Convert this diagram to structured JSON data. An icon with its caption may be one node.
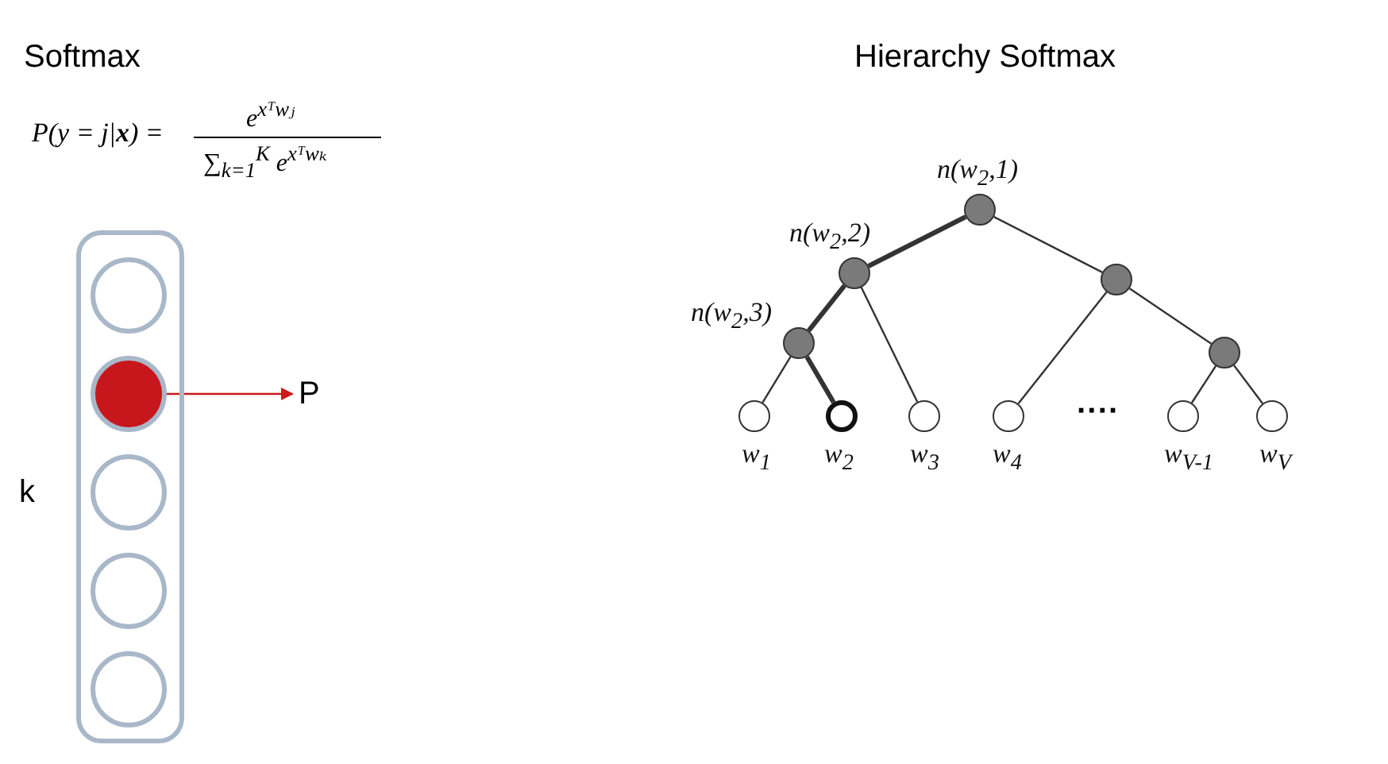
{
  "diagram": {
    "nodes": [
      {
        "text": [],
        "shape": "box",
        "beside": [
          "k"
        ]
      },
      {
        "text": [],
        "shape": "circle",
        "in": 0
      },
      {
        "text": [],
        "shape": "circle",
        "in": 0
      },
      {
        "text": [],
        "shape": "circle",
        "in": 0
      },
      {
        "text": [],
        "shape": "circle",
        "in": 0
      },
      {
        "text": [],
        "shape": "circle",
        "in": 0
      },
      {
        "text": [
          "P"
        ]
      },
      {
        "text": [],
        "shape": "circle",
        "beside": [
          "n(w$_{2}$,1)"
        ]
      },
      {
        "text": [],
        "shape": "circle",
        "beside": [
          "n(w$_{2}$,2)"
        ]
      },
      {
        "text": [],
        "shape": "circle",
        "beside": [
          "n(w$_{2}$,3)"
        ]
      },
      {
        "text": [],
        "shape": "circle"
      },
      {
        "text": [],
        "shape": "circle"
      },
      {
        "text": [],
        "shape": "circle",
        "beside": [
          "w$_{1}$"
        ]
      },
      {
        "text": [],
        "shape": "circle",
        "beside": [
          "w$_{2}$"
        ]
      },
      {
        "text": [],
        "shape": "circle",
        "beside": [
          "w$_{3}$"
        ]
      },
      {
        "text": [],
        "shape": "circle",
        "beside": [
          "w$_{4}$"
        ]
      },
      {
        "text": [],
        "shape": "circle",
        "beside": [
          "w$_{V-1}$"
        ]
      },
      {
        "text": [],
        "shape": "circle",
        "beside": [
          "w$_{V}$"
        ]
      }
    ],
    "edges": [
      {
        "from": 2,
        "to": 6,
        "arrow": "to",
        "color": "#cc1a1a"
      },
      {
        "from": 7,
        "to": 8,
        "arrow": "none",
        "style": "thick"
      },
      {
        "from": 7,
        "to": 10,
        "arrow": "none"
      },
      {
        "from": 8,
        "to": 9,
        "arrow": "none",
        "style": "thick"
      },
      {
        "from": 8,
        "to": 14,
        "arrow": "none"
      },
      {
        "from": 9,
        "to": 12,
        "arrow": "none"
      },
      {
        "from": 9,
        "to": 13,
        "arrow": "none",
        "style": "thick"
      },
      {
        "from": 10,
        "to": 15,
        "arrow": "none"
      },
      {
        "from": 10,
        "to": 11,
        "arrow": "none"
      },
      {
        "from": 11,
        "to": 16,
        "arrow": "none"
      },
      {
        "from": 11,
        "to": 17,
        "arrow": "none"
      }
    ],
    "labels": [
      "Softmax",
      "Hierarchy Softmax",
      "P(y = j|**x**) =",
      "e$^{xᵀwⱼ}$",
      "∑$_{k=1}$$^{K}$ e$^{xᵀwₖ}$",
      "····"
    ]
  }
}
